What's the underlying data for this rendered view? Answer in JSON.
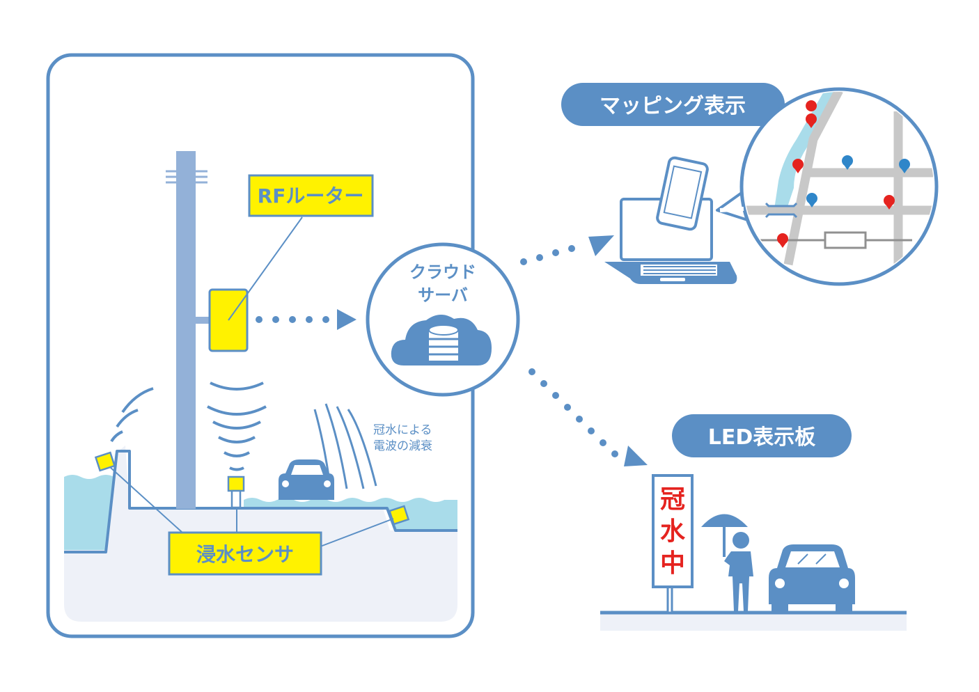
{
  "labels": {
    "rf_router": "RFルーター",
    "cloud_line1": "クラウド",
    "cloud_line2": "サーバ",
    "attenuation_line1": "冠水による",
    "attenuation_line2": "電波の減衰",
    "flood_sensor": "浸水センサ",
    "mapping_display": "マッピング表示",
    "led_board": "LED表示板",
    "sign_char1": "冠",
    "sign_char2": "水",
    "sign_char3": "中"
  },
  "colors": {
    "accent_blue": "#5b8fc5",
    "pole_blue": "#93b1d8",
    "yellow": "#fff200",
    "water": "#a9dcea",
    "ground": "#eef1f8",
    "sign_red": "#e5231f",
    "road_gray": "#c8c8c8",
    "pin_red": "#e5231f",
    "pin_blue": "#2f86c9"
  },
  "icons": [
    "utility-pole",
    "cloud-database-icon",
    "laptop-icon",
    "smartphone-icon",
    "car-icon",
    "person-umbrella-icon",
    "map-pin-icon"
  ]
}
